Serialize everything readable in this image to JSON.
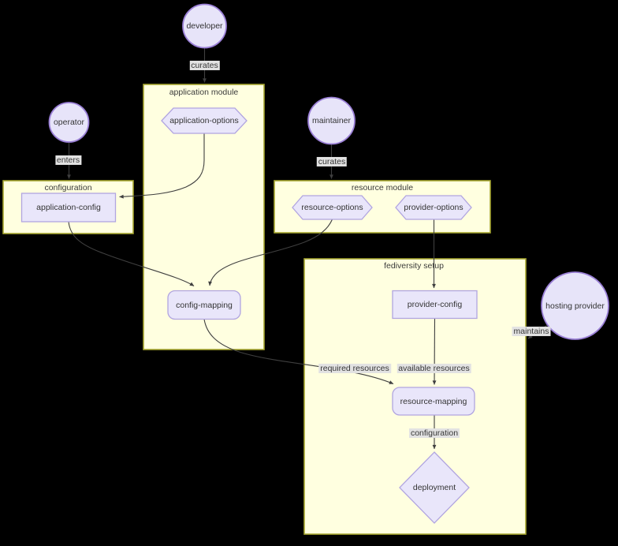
{
  "colors": {
    "background": "#000000",
    "cluster_fill": "#ffffe0",
    "cluster_border": "#a6a62f",
    "node_fill": "#e9e6fa",
    "node_border": "#b1a5e0",
    "actor_fill": "#e7e4f9",
    "actor_border": "#9a7fd6",
    "edge": "#3f3f3f",
    "edge_label_bg": "#e2e2e2",
    "text": "#3a3a3a"
  },
  "actors": {
    "developer": {
      "label": "developer"
    },
    "operator": {
      "label": "operator"
    },
    "maintainer": {
      "label": "maintainer"
    },
    "hosting_provider": {
      "label": "hosting provider"
    }
  },
  "clusters": {
    "application_module": {
      "title": "application module"
    },
    "configuration": {
      "title": "configuration"
    },
    "resource_module": {
      "title": "resource module"
    },
    "fediversity_setup": {
      "title": "fediversity setup"
    }
  },
  "nodes": {
    "application_options": {
      "label": "application-options"
    },
    "application_config": {
      "label": "application-config"
    },
    "resource_options": {
      "label": "resource-options"
    },
    "provider_options": {
      "label": "provider-options"
    },
    "config_mapping": {
      "label": "config-mapping"
    },
    "provider_config": {
      "label": "provider-config"
    },
    "resource_mapping": {
      "label": "resource-mapping"
    },
    "deployment": {
      "label": "deployment"
    }
  },
  "edge_labels": {
    "developer_curates": "curates",
    "operator_enters": "enters",
    "maintainer_curates": "curates",
    "provider_maintains": "maintains",
    "required_resources": "required resources",
    "available_resources": "available resources",
    "configuration": "configuration"
  }
}
